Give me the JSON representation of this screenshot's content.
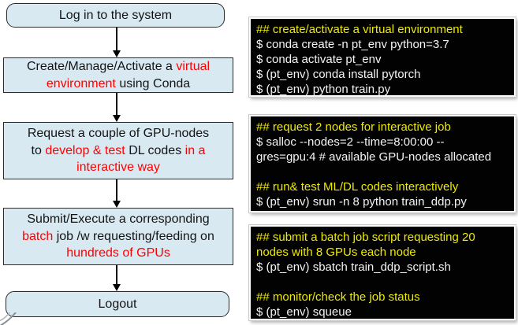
{
  "palette": {
    "box_fill": "#d9e9f2",
    "box_border": "#2a2a2a",
    "red_text": "#ff0000",
    "dark_text": "#141414",
    "code_bg": "#020202",
    "comment_yellow": "#eeea00",
    "code_white": "#f4f4f4"
  },
  "flowchart": {
    "steps": [
      {
        "id": "login",
        "shape": "rounded",
        "lines": [
          [
            {
              "t": "Log in to the system"
            }
          ]
        ]
      },
      {
        "id": "conda-env",
        "shape": "rect",
        "lines": [
          [
            {
              "t": "Create/Manage/Activate a "
            },
            {
              "t": "virtual",
              "c": "red"
            }
          ],
          [
            {
              "t": "environment",
              "c": "red"
            },
            {
              "t": " using Conda"
            }
          ]
        ]
      },
      {
        "id": "request-gpu-nodes",
        "shape": "rect",
        "lines": [
          [
            {
              "t": "Request a couple of GPU-nodes"
            }
          ],
          [
            {
              "t": "to "
            },
            {
              "t": "develop & test",
              "c": "red"
            },
            {
              "t": " DL codes "
            },
            {
              "t": "in a",
              "c": "red"
            }
          ],
          [
            {
              "t": "interactive way",
              "c": "red"
            }
          ]
        ]
      },
      {
        "id": "submit-batch-job",
        "shape": "rect",
        "lines": [
          [
            {
              "t": "Submit/Execute a corresponding"
            }
          ],
          [
            {
              "t": "batch",
              "c": "red"
            },
            {
              "t": " job /w requesting/feeding on"
            }
          ],
          [
            {
              "t": "hundreds of GPUs",
              "c": "red"
            }
          ]
        ]
      },
      {
        "id": "logout",
        "shape": "rounded",
        "lines": [
          [
            {
              "t": "Logout"
            }
          ]
        ]
      }
    ]
  },
  "terminals": [
    {
      "id": "conda-commands",
      "lines": [
        {
          "k": "comment",
          "t": "## create/activate a virtual environment"
        },
        {
          "k": "cmd",
          "t": "$ conda create -n pt_env python=3.7"
        },
        {
          "k": "cmd",
          "t": "$ conda activate pt_env"
        },
        {
          "k": "cmd",
          "t": "$ (pt_env) conda install pytorch"
        },
        {
          "k": "cmd",
          "t": "$ (pt_env) python train.py"
        }
      ]
    },
    {
      "id": "interactive-job-commands",
      "lines": [
        {
          "k": "comment",
          "t": "## request 2 nodes for interactive job"
        },
        {
          "k": "cmd",
          "t": "$ salloc --nodes=2 --time=8:00:00 --"
        },
        {
          "k": "cmd",
          "t": "gres=gpu:4 # available GPU-nodes allocated"
        },
        {
          "k": "blank",
          "t": ""
        },
        {
          "k": "comment",
          "t": "## run& test ML/DL codes interactively"
        },
        {
          "k": "cmd",
          "t": "$ (pt_env) srun -n 8 python train_ddp.py"
        }
      ]
    },
    {
      "id": "batch-job-commands",
      "lines": [
        {
          "k": "comment",
          "t": "## submit a batch job script requesting 20"
        },
        {
          "k": "comment",
          "t": "nodes with 8 GPUs each node"
        },
        {
          "k": "cmd",
          "t": "$ (pt_env) sbatch train_ddp_script.sh"
        },
        {
          "k": "blank",
          "t": ""
        },
        {
          "k": "comment",
          "t": "## monitor/check the job status"
        },
        {
          "k": "cmd",
          "t": "$ (pt_env) squeue"
        }
      ]
    }
  ]
}
